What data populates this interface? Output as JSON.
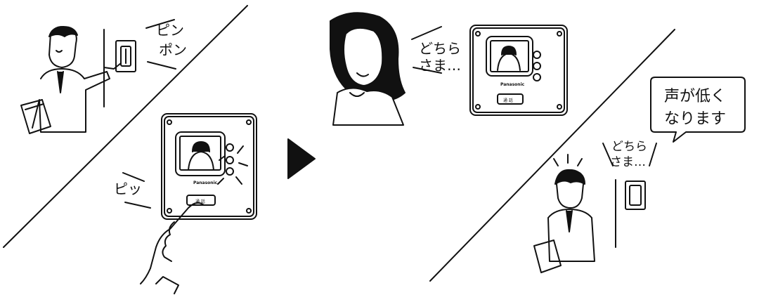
{
  "panel_left": {
    "doorbell_sound_line1": "ピン",
    "doorbell_sound_line2": "ポン",
    "button_press_sound": "ピッ",
    "brand": "Panasonic",
    "talk_button_label": "通 話"
  },
  "panel_right_top": {
    "speech_line1": "どちら",
    "speech_line2": "さま…",
    "brand": "Panasonic",
    "talk_button_label": "通 話"
  },
  "panel_right_bottom": {
    "speech_line1": "どちら",
    "speech_line2": "さま…",
    "note_line1": "声が低く",
    "note_line2": "なります"
  },
  "colors": {
    "ink": "#111111",
    "paper": "#ffffff"
  },
  "icons": [
    "visitor-figure",
    "doorbell-unit",
    "monitor-unit",
    "pointing-hand",
    "arrow-right",
    "woman-figure",
    "speech-bubble"
  ]
}
